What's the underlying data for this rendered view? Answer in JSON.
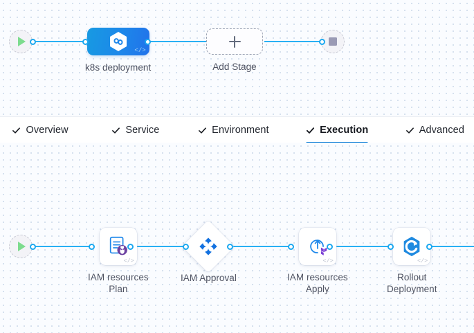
{
  "theme": {
    "accent_blue": "#0278d5",
    "link_blue": "#29b0f3",
    "node_blue_start": "#179ae2",
    "node_blue_end": "#2172ea",
    "play_green": "#7ddc8e",
    "stop_gray": "#9a9ab4",
    "label_gray": "#4f5362",
    "canvas_bg": "#fafcff",
    "grid_dot": "#c9d6e8"
  },
  "stage_canvas": {
    "name": "pipeline-stage-canvas",
    "start_node": {
      "icon": "play-icon",
      "label": ""
    },
    "end_node": {
      "icon": "stop-icon",
      "label": ""
    },
    "stages": [
      {
        "label": "k8s deployment",
        "icon": "kubernetes-hexagon-icon",
        "code_badge": "</>",
        "selected": true
      },
      {
        "label": "Add Stage",
        "icon": "plus-icon",
        "selected": false
      }
    ]
  },
  "tabs": {
    "name": "stage-config-tabs",
    "items": [
      {
        "label": "Overview",
        "check": "check-icon",
        "active": false
      },
      {
        "label": "Service",
        "check": "check-icon",
        "active": false
      },
      {
        "label": "Environment",
        "check": "check-icon",
        "active": false
      },
      {
        "label": "Execution",
        "check": "check-icon",
        "active": true
      },
      {
        "label": "Advanced",
        "check": "check-icon",
        "active": false
      }
    ]
  },
  "step_canvas": {
    "name": "execution-steps-canvas",
    "start_node": {
      "icon": "play-icon"
    },
    "steps": [
      {
        "label": "IAM resources\nPlan",
        "icon": "terraform-plan-icon",
        "shape": "card",
        "code_badge": "</>"
      },
      {
        "label": "IAM Approval",
        "icon": "approval-flower-icon",
        "shape": "diamond",
        "code_badge": ""
      },
      {
        "label": "IAM resources\nApply",
        "icon": "terraform-apply-icon",
        "shape": "card",
        "code_badge": "</>"
      },
      {
        "label": "Rollout\nDeployment",
        "icon": "rollout-hexagon-icon",
        "shape": "card",
        "code_badge": "</>"
      }
    ]
  }
}
